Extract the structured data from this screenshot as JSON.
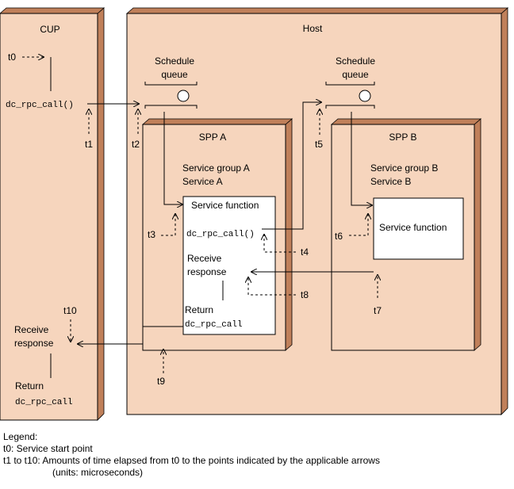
{
  "colors": {
    "box_fill": "#f6d5bd",
    "box_side": "#c0805a",
    "white": "#ffffff",
    "line": "#000000"
  },
  "nodes": {
    "cup": "CUP",
    "host": "Host",
    "spp_a": "SPP A",
    "spp_b": "SPP B",
    "schedule_queue_a": [
      "Schedule",
      "queue"
    ],
    "schedule_queue_b": [
      "Schedule",
      "queue"
    ],
    "service_group_a": [
      "Service group A",
      "Service A"
    ],
    "service_group_b": [
      "Service group B",
      "Service B"
    ],
    "service_function_a": "Service function",
    "service_function_b": "Service function",
    "dc_rpc_call_cup": "dc_rpc_call()",
    "dc_rpc_call_a": "dc_rpc_call()",
    "receive_response_a": [
      "Receive",
      "response"
    ],
    "return_a": [
      "Return",
      "dc_rpc_call"
    ],
    "receive_response_cup": [
      "Receive",
      "response"
    ],
    "return_cup": [
      "Return",
      "dc_rpc_call"
    ]
  },
  "time_points": {
    "t0": "t0",
    "t1": "t1",
    "t2": "t2",
    "t3": "t3",
    "t4": "t4",
    "t5": "t5",
    "t6": "t6",
    "t7": "t7",
    "t8": "t8",
    "t9": "t9",
    "t10": "t10"
  },
  "legend": {
    "title": "Legend:",
    "line1": "t0: Service start point",
    "line2": "t1 to t10: Amounts of time elapsed from t0 to the points indicated by the applicable arrows",
    "line3": "(units: microseconds)"
  }
}
